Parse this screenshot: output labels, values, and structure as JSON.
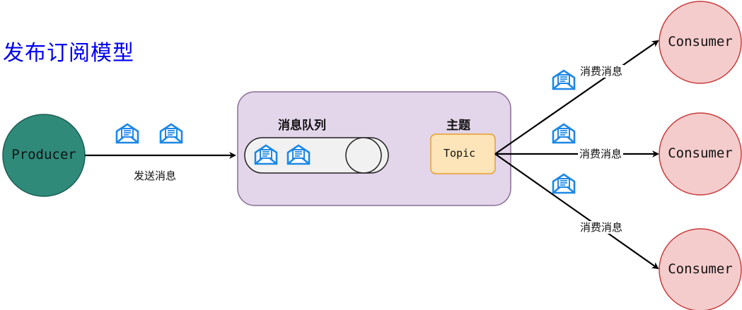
{
  "title": "发布订阅模型",
  "producer": {
    "label": "Producer",
    "color": "#2f8a7a"
  },
  "queue": {
    "section_label": "消息队列",
    "panel_color": "#e3d5ea"
  },
  "topic": {
    "section_label": "主题",
    "label": "Topic",
    "color": "#fde4b9"
  },
  "consumers": [
    {
      "label": "Consumer"
    },
    {
      "label": "Consumer"
    },
    {
      "label": "Consumer"
    }
  ],
  "consumer_color": "#f5cccc",
  "edges": {
    "send_label": "发送消息",
    "consume_labels": [
      "消费消息",
      "消费消息",
      "消费消息"
    ]
  },
  "icons": {
    "message": "envelope-icon",
    "accent": "#1e88e5"
  }
}
